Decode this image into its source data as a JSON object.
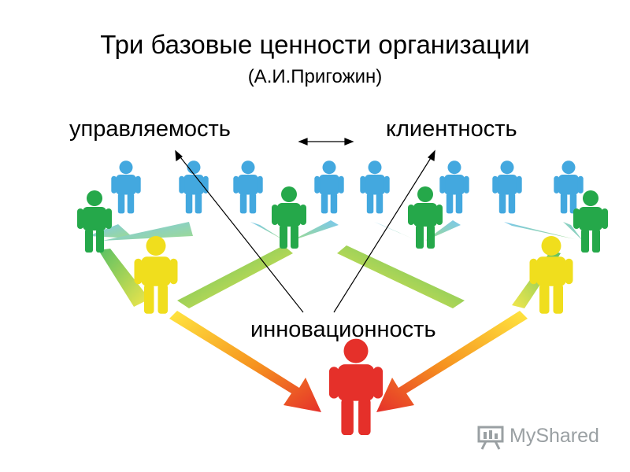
{
  "slide": {
    "title": "Три базовые ценности организации",
    "author": "(А.И.Пригожин)",
    "values": {
      "manageability": "управляемость",
      "clientness": "клиентность",
      "innovativeness": "инновационность"
    }
  },
  "watermark": {
    "text": "MyShared",
    "icon": "presentation-board-icon"
  },
  "colors": {
    "top_level": "#2f9fdc",
    "second_level": "#25a84a",
    "third_level": "#f2e32b",
    "root": "#e5302a"
  }
}
